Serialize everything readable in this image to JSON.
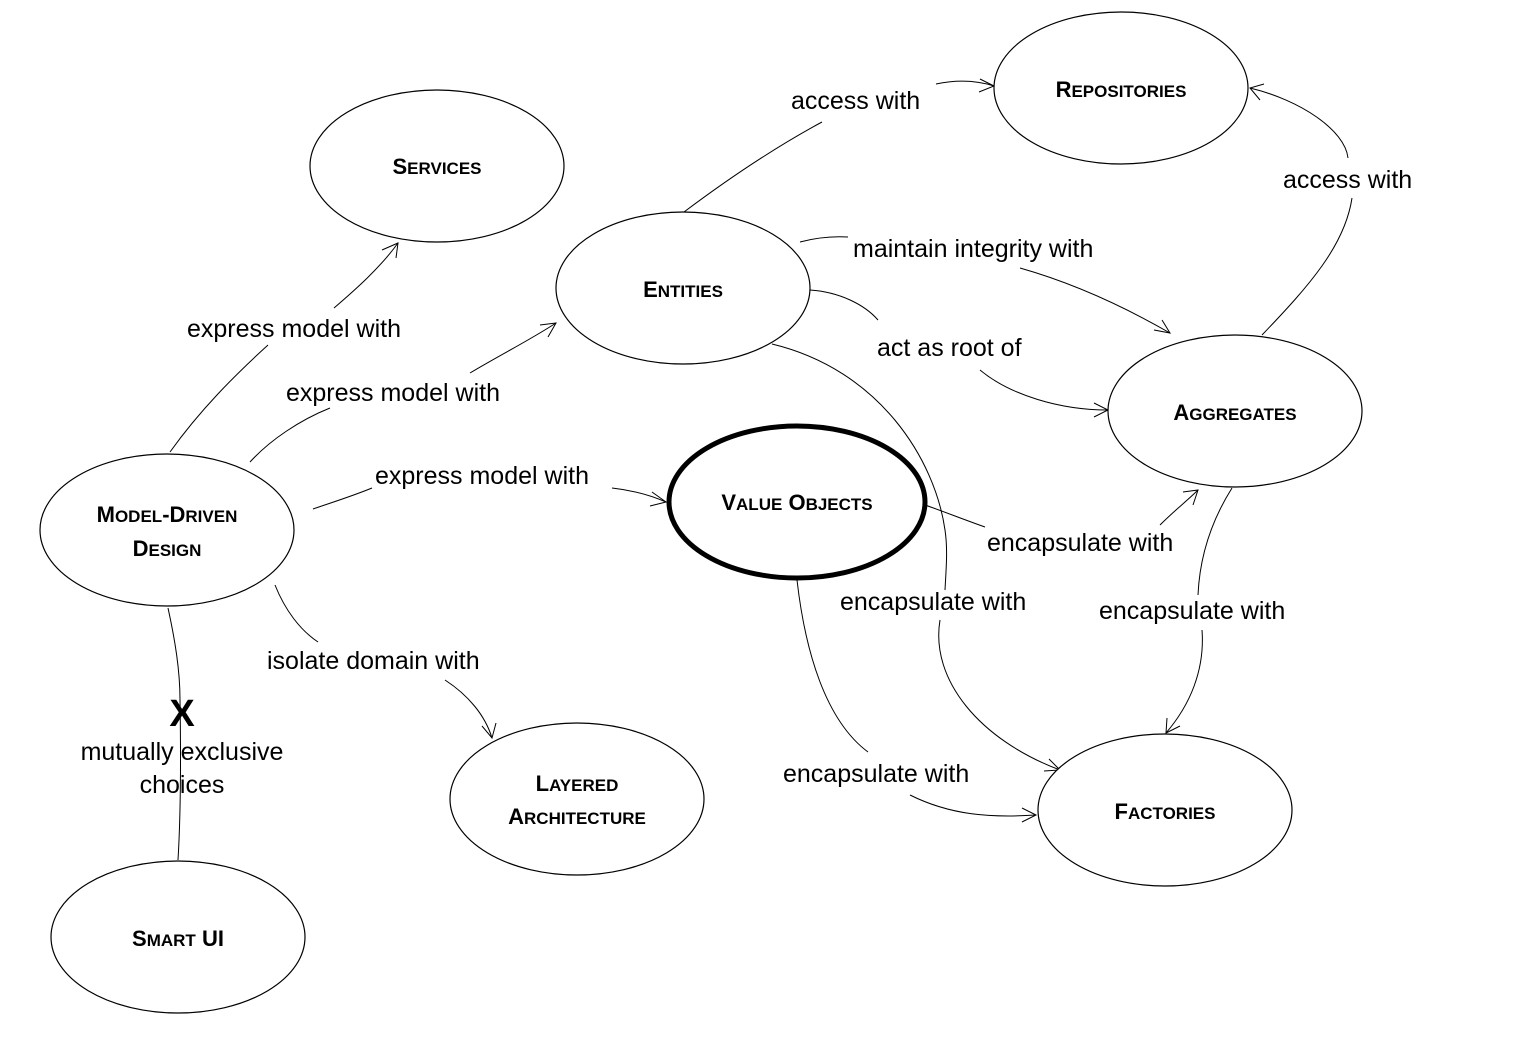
{
  "nodes": {
    "model_driven_design": {
      "line1": "Model-Driven",
      "line2": "Design"
    },
    "services": {
      "label": "Services"
    },
    "entities": {
      "label": "Entities"
    },
    "repositories": {
      "label": "Repositories"
    },
    "aggregates": {
      "label": "Aggregates"
    },
    "value_objects": {
      "label": "Value Objects",
      "highlighted": true
    },
    "layered_architecture": {
      "line1": "Layered",
      "line2": "Architecture"
    },
    "factories": {
      "label": "Factories"
    },
    "smart_ui": {
      "label": "Smart UI"
    }
  },
  "edge_labels": {
    "mdd_services": "express model with",
    "mdd_entities": "express model with",
    "mdd_value_objects": "express model with",
    "mdd_layered": "isolate domain with",
    "entities_repositories": "access with",
    "aggregates_repositories": "access with",
    "entities_aggregates_integrity": "maintain integrity with",
    "entities_aggregates_root": "act as root of",
    "value_objects_aggregates": "encapsulate with",
    "entities_factories": "encapsulate with",
    "aggregates_factories": "encapsulate with",
    "value_objects_factories": "encapsulate with"
  },
  "mutual_exclusion": {
    "mark": "X",
    "line1": "mutually exclusive",
    "line2": "choices"
  }
}
